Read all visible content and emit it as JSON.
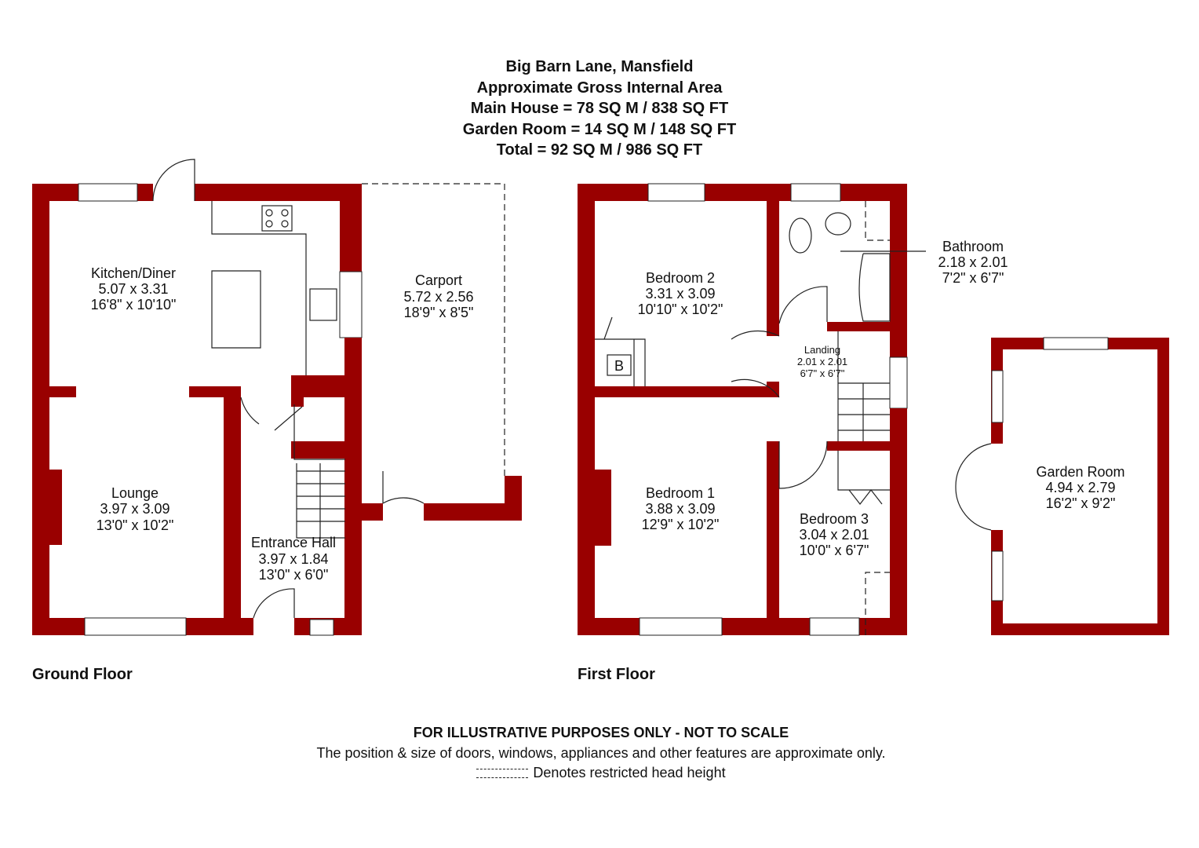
{
  "header": {
    "address": "Big Barn Lane, Mansfield",
    "area_title": "Approximate Gross Internal Area",
    "main_house": "Main House = 78 SQ M / 838 SQ FT",
    "garden_room": "Garden Room = 14 SQ M / 148 SQ FT",
    "total": "Total = 92 SQ M / 986 SQ FT"
  },
  "floors": {
    "ground": "Ground Floor",
    "first": "First Floor"
  },
  "rooms": {
    "kitchen": {
      "name": "Kitchen/Diner",
      "metric": "5.07 x 3.31",
      "imperial": "16'8\" x 10'10\""
    },
    "carport": {
      "name": "Carport",
      "metric": "5.72 x 2.56",
      "imperial": "18'9\" x 8'5\""
    },
    "lounge": {
      "name": "Lounge",
      "metric": "3.97 x 3.09",
      "imperial": "13'0\" x 10'2\""
    },
    "hall": {
      "name": "Entrance Hall",
      "metric": "3.97 x 1.84",
      "imperial": "13'0\" x 6'0\""
    },
    "bedroom2": {
      "name": "Bedroom 2",
      "metric": "3.31 x 3.09",
      "imperial": "10'10\" x 10'2\""
    },
    "bathroom": {
      "name": "Bathroom",
      "metric": "2.18 x 2.01",
      "imperial": "7'2\" x 6'7\""
    },
    "landing": {
      "name": "Landing",
      "metric": "2.01 x 2.01",
      "imperial": "6'7\" x 6'7\""
    },
    "bedroom1": {
      "name": "Bedroom 1",
      "metric": "3.88 x 3.09",
      "imperial": "12'9\" x 10'2\""
    },
    "bedroom3": {
      "name": "Bedroom 3",
      "metric": "3.04 x 2.01",
      "imperial": "10'0\" x 6'7\""
    },
    "garden_room": {
      "name": "Garden Room",
      "metric": "4.94 x 2.79",
      "imperial": "16'2\" x 9'2\""
    }
  },
  "boiler_label": "B",
  "footer": {
    "disclaimer": "FOR ILLUSTRATIVE PURPOSES ONLY - NOT TO SCALE",
    "note": "The position & size of doors, windows, appliances and other features are approximate only.",
    "legend": "Denotes restricted head height"
  },
  "colors": {
    "wall": "#990000"
  }
}
